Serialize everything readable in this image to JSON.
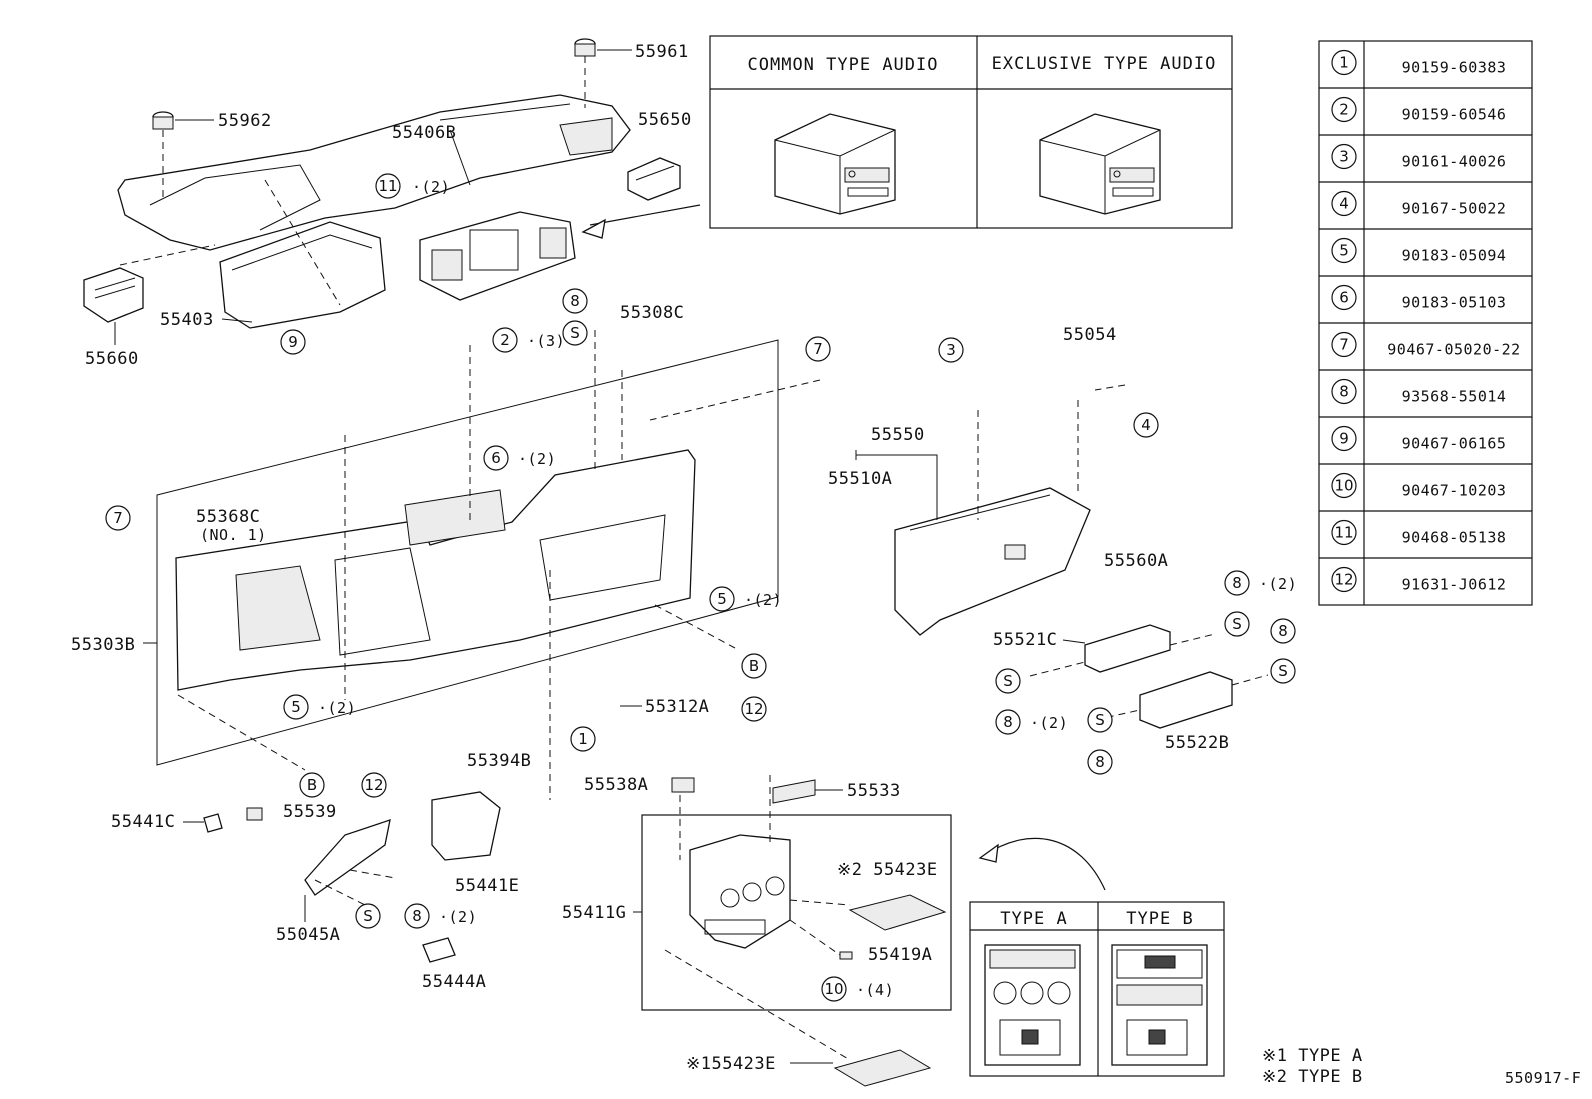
{
  "audio_table": {
    "headers": [
      "COMMON TYPE AUDIO",
      "EXCLUSIVE TYPE AUDIO"
    ]
  },
  "fastener_table": [
    {
      "ref": "1",
      "part": "90159-60383"
    },
    {
      "ref": "2",
      "part": "90159-60546"
    },
    {
      "ref": "3",
      "part": "90161-40026"
    },
    {
      "ref": "4",
      "part": "90167-50022"
    },
    {
      "ref": "5",
      "part": "90183-05094"
    },
    {
      "ref": "6",
      "part": "90183-05103"
    },
    {
      "ref": "7",
      "part": "90467-05020-22"
    },
    {
      "ref": "8",
      "part": "93568-55014"
    },
    {
      "ref": "9",
      "part": "90467-06165"
    },
    {
      "ref": "10",
      "part": "90467-10203"
    },
    {
      "ref": "11",
      "part": "90468-05138"
    },
    {
      "ref": "12",
      "part": "91631-J0612"
    }
  ],
  "part_labels": {
    "p55961": "55961",
    "p55962": "55962",
    "p55406b": "55406B",
    "p55650": "55650",
    "p55403": "55403",
    "p55660": "55660",
    "p55308c": "55308C",
    "p55368c": "55368C",
    "p55368c_sub": "(NO. 1)",
    "p55303b": "55303B",
    "p55394b": "55394B",
    "p55312a": "55312A",
    "p55054": "55054",
    "p55550": "55550",
    "p55510a": "55510A",
    "p55560a": "55560A",
    "p55521c": "55521C",
    "p55522b": "55522B",
    "p55441c": "55441C",
    "p55539": "55539",
    "p55441e": "55441E",
    "p55045a": "55045A",
    "p55444a": "55444A",
    "p55538a": "55538A",
    "p55533": "55533",
    "p55411g": "55411G",
    "p55419a": "55419A",
    "p55423e_2": "※2 55423E",
    "p55423e_1": "※155423E"
  },
  "callouts": {
    "qty2": "(2)",
    "qty3": "(3)",
    "qty4": "(4)",
    "s": "S",
    "b": "B",
    "c1": "1",
    "c2": "2",
    "c3": "3",
    "c4": "4",
    "c5": "5",
    "c6": "6",
    "c7": "7",
    "c8": "8",
    "c9": "9",
    "c10": "10",
    "c11": "11",
    "c12": "12"
  },
  "type_box": {
    "type_a": "TYPE A",
    "type_b": "TYPE B"
  },
  "notes": {
    "note1": "※1  TYPE  A",
    "note2": "※2  TYPE  B"
  },
  "figure_id": "550917-F"
}
